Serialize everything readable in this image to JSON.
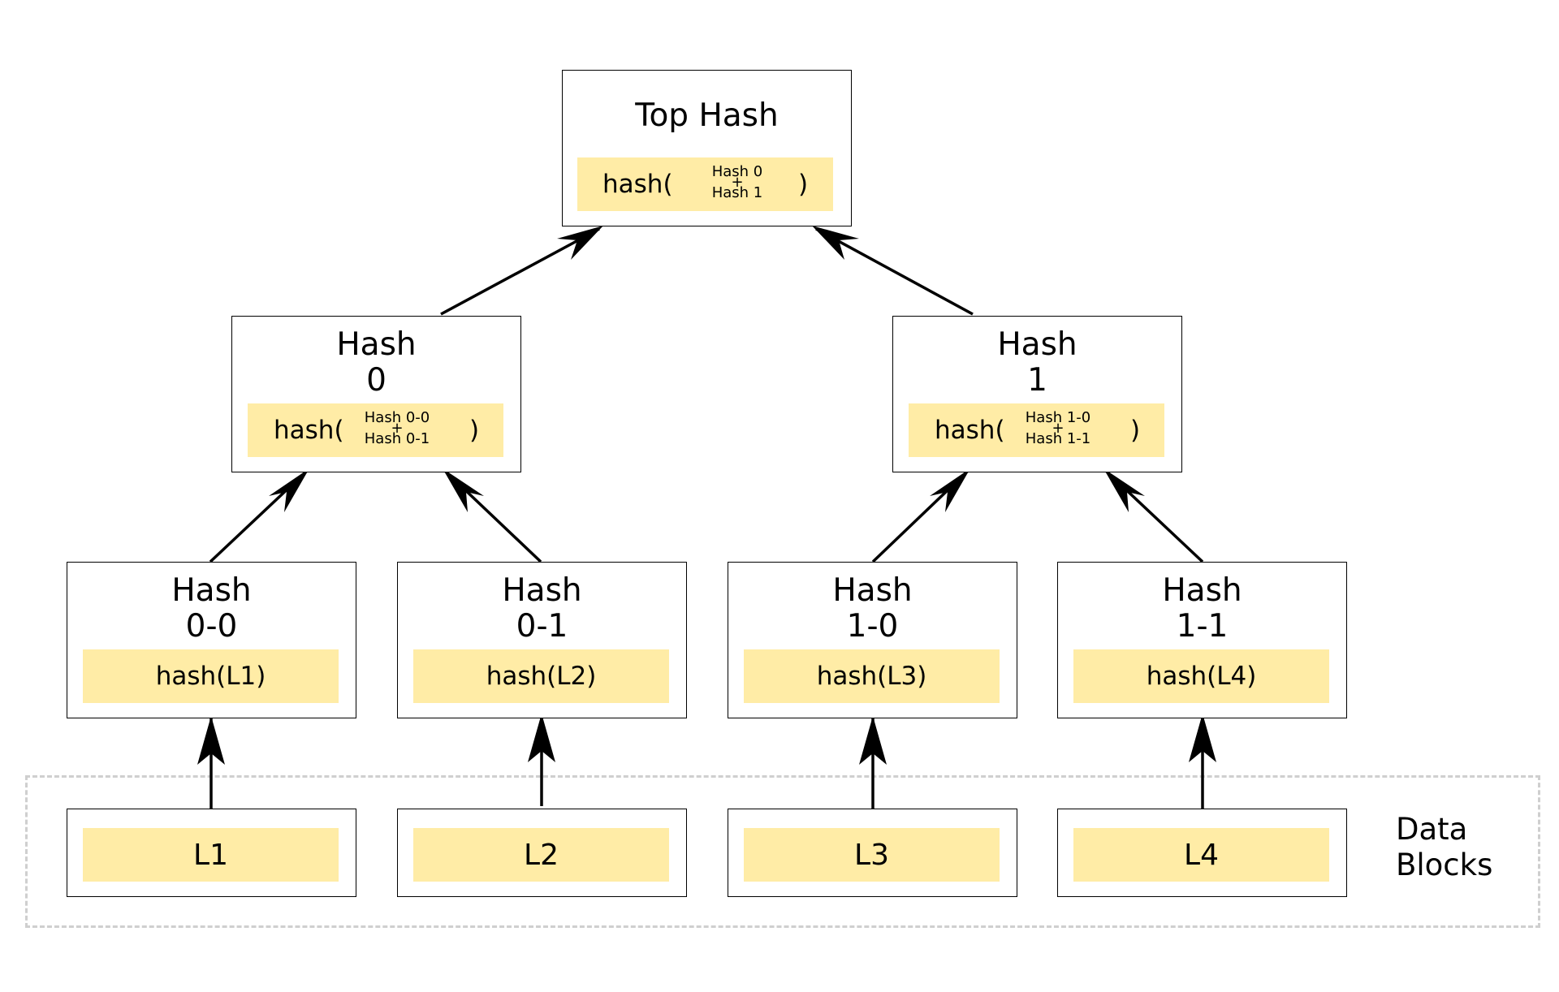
{
  "diagram": {
    "top": {
      "title": "Top Hash",
      "fn_open": "hash(",
      "arg1": "Hash 0",
      "plus": "+",
      "arg2": "Hash 1",
      "fn_close": ")"
    },
    "mid": [
      {
        "title_line1": "Hash",
        "title_line2": "0",
        "fn_open": "hash(",
        "arg1": "Hash 0-0",
        "plus": "+",
        "arg2": "Hash 0-1",
        "fn_close": ")"
      },
      {
        "title_line1": "Hash",
        "title_line2": "1",
        "fn_open": "hash(",
        "arg1": "Hash 1-0",
        "plus": "+",
        "arg2": "Hash 1-1",
        "fn_close": ")"
      }
    ],
    "leaves": [
      {
        "title_line1": "Hash",
        "title_line2": "0-0",
        "content": "hash(L1)"
      },
      {
        "title_line1": "Hash",
        "title_line2": "0-1",
        "content": "hash(L2)"
      },
      {
        "title_line1": "Hash",
        "title_line2": "1-0",
        "content": "hash(L3)"
      },
      {
        "title_line1": "Hash",
        "title_line2": "1-1",
        "content": "hash(L4)"
      }
    ],
    "blocks": [
      "L1",
      "L2",
      "L3",
      "L4"
    ],
    "region_label_line1": "Data",
    "region_label_line2": "Blocks",
    "colors": {
      "panel": "#ffeca6",
      "border": "#000000",
      "region_border": "#cfcfcf"
    }
  }
}
